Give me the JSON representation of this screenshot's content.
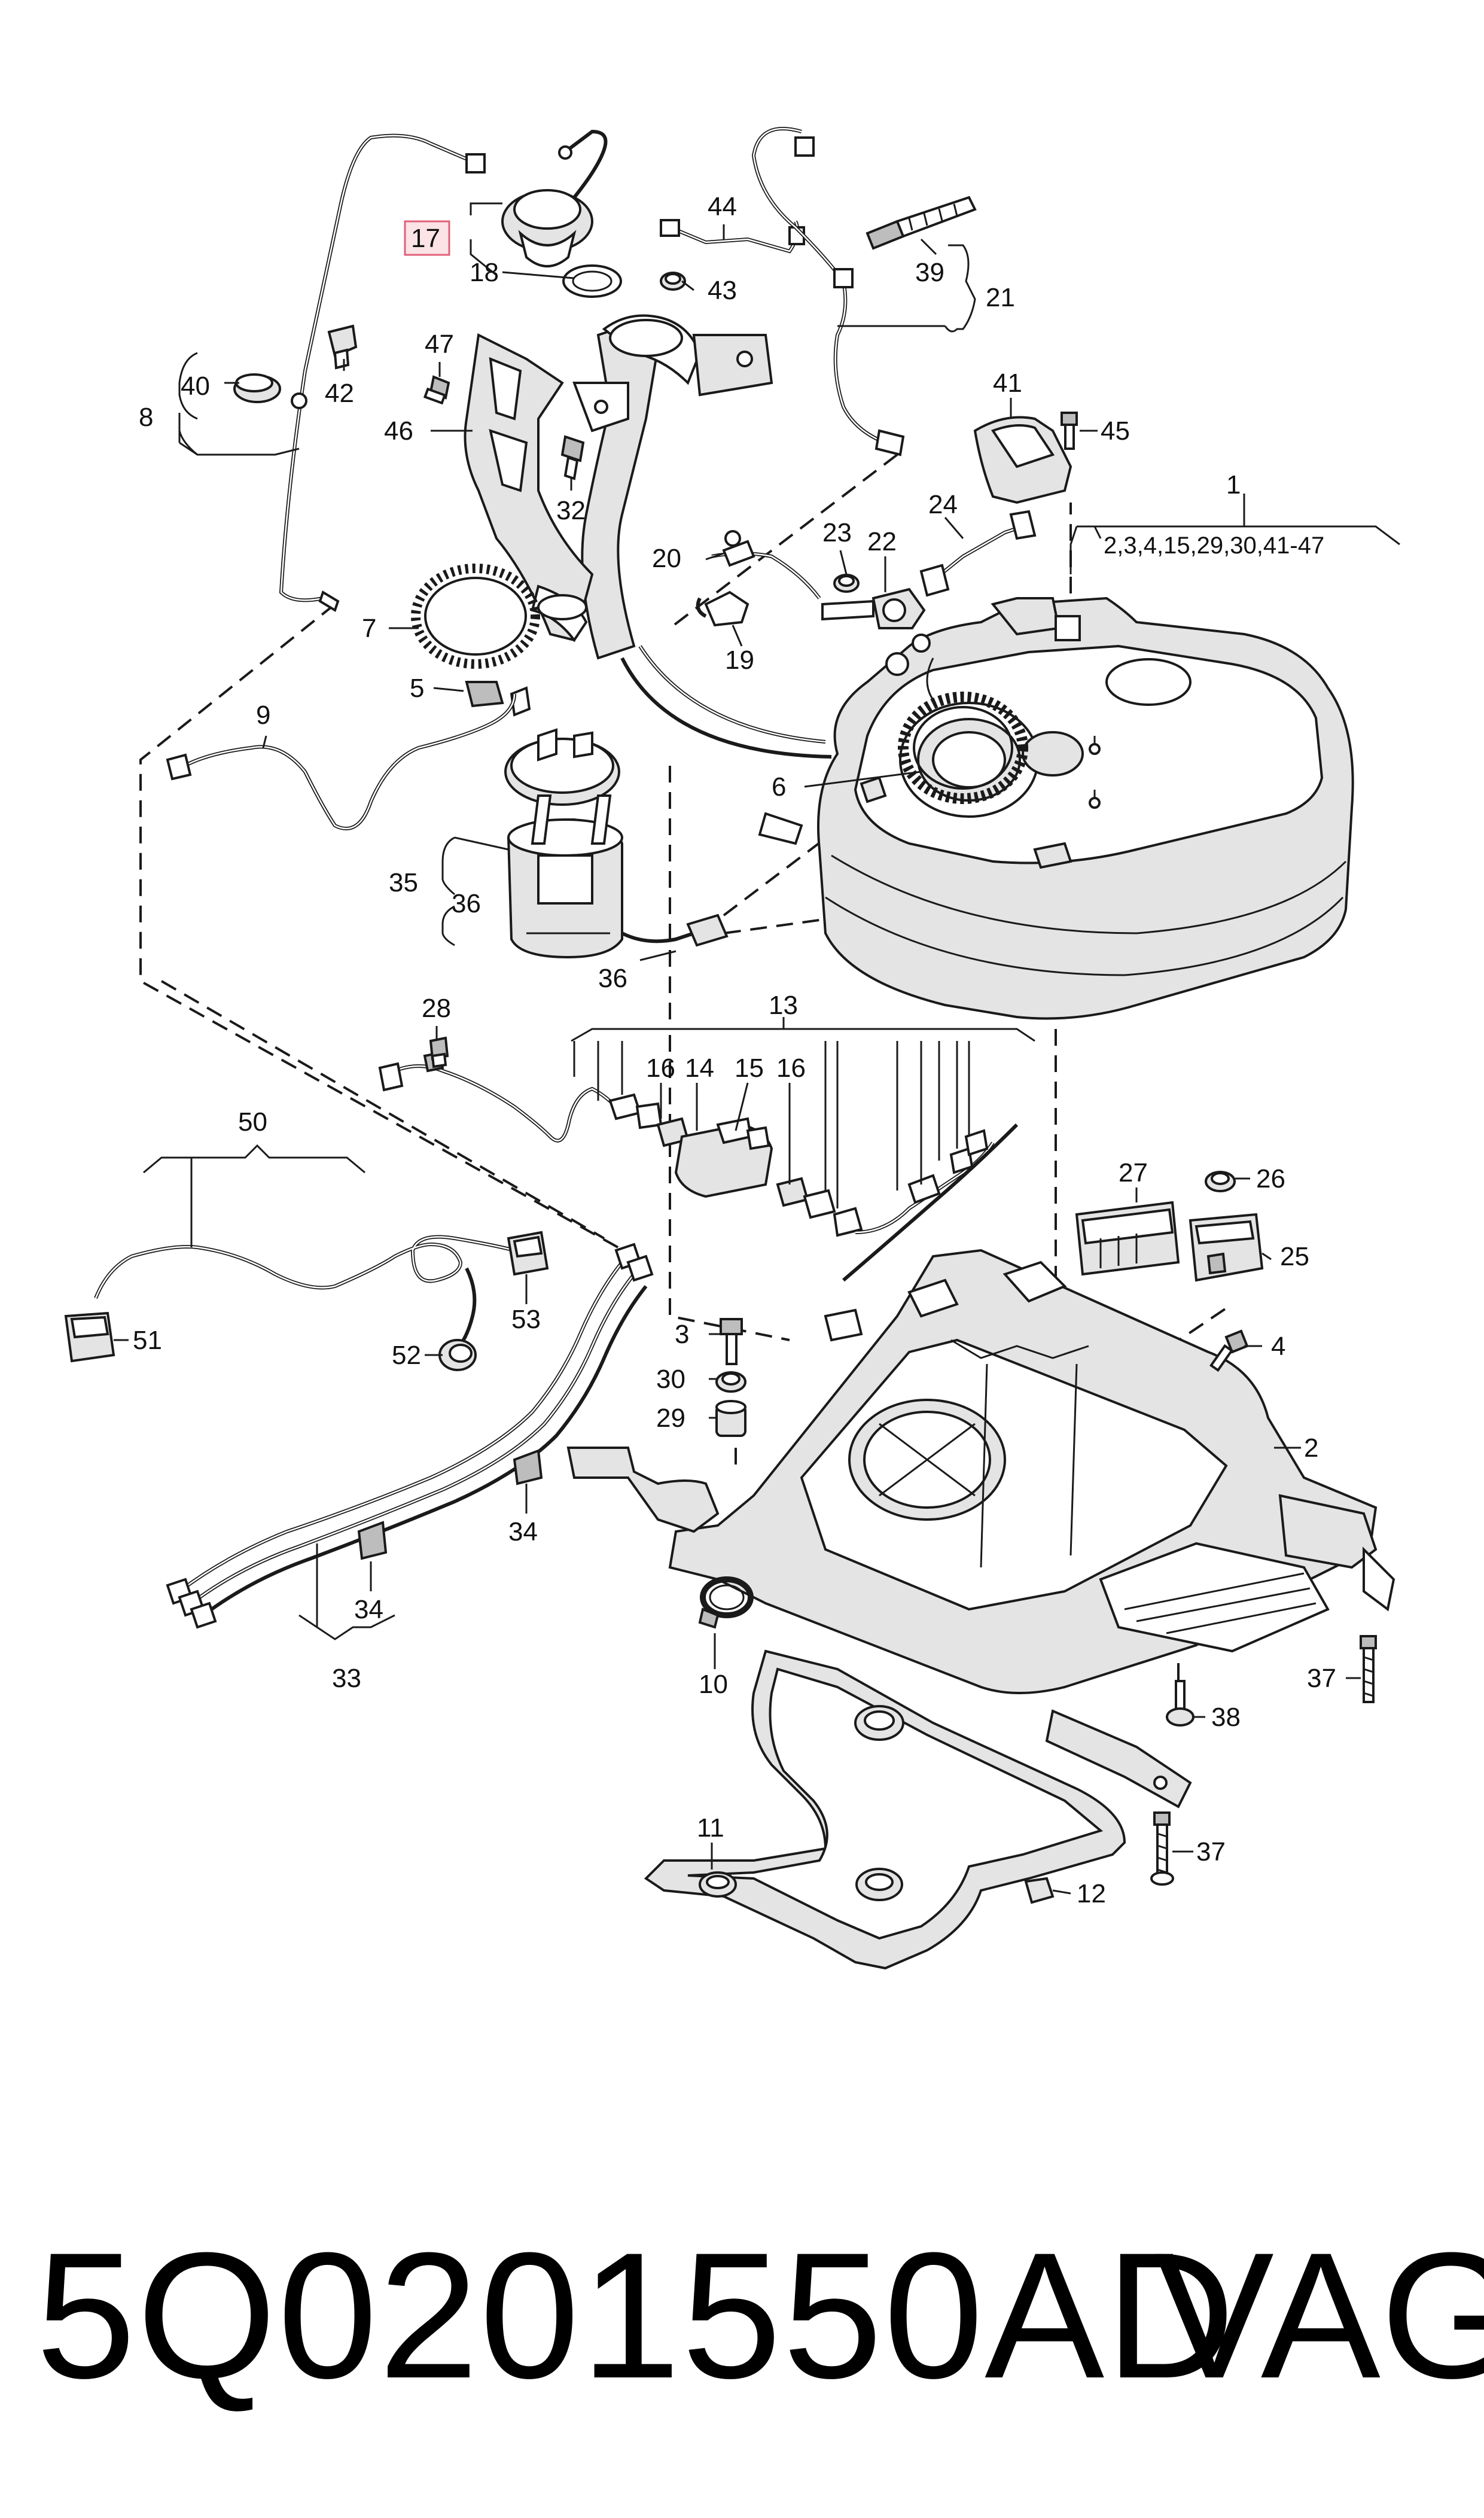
{
  "diagram": {
    "highlighted_callout": "17",
    "callouts": {
      "c1": "1",
      "c1_list": "2,3,4,15,29,30,41-47",
      "c2": "2",
      "c3": "3",
      "c4": "4",
      "c5": "5",
      "c6": "6",
      "c7": "7",
      "c8": "8",
      "c9": "9",
      "c10": "10",
      "c11": "11",
      "c12": "12",
      "c13": "13",
      "c14": "14",
      "c15": "15",
      "c16a": "16",
      "c16b": "16",
      "c17": "17",
      "c18": "18",
      "c19": "19",
      "c20": "20",
      "c21": "21",
      "c22": "22",
      "c23": "23",
      "c24": "24",
      "c25": "25",
      "c26": "26",
      "c27": "27",
      "c28": "28",
      "c29": "29",
      "c30": "30",
      "c32": "32",
      "c33": "33",
      "c34a": "34",
      "c34b": "34",
      "c35": "35",
      "c36a": "36",
      "c36b": "36",
      "c37a": "37",
      "c37b": "37",
      "c38": "38",
      "c39": "39",
      "c40": "40",
      "c41": "41",
      "c42": "42",
      "c43": "43",
      "c44": "44",
      "c45": "45",
      "c46": "46",
      "c47": "47",
      "c50": "50",
      "c51": "51",
      "c52": "52",
      "c53": "53"
    }
  },
  "footer": {
    "part_number": "5Q0201550AD",
    "brand": "VAG"
  },
  "colors": {
    "highlight_fill": "#fbe3e6",
    "highlight_stroke": "#e0607a",
    "line": "#1a1a1a"
  }
}
